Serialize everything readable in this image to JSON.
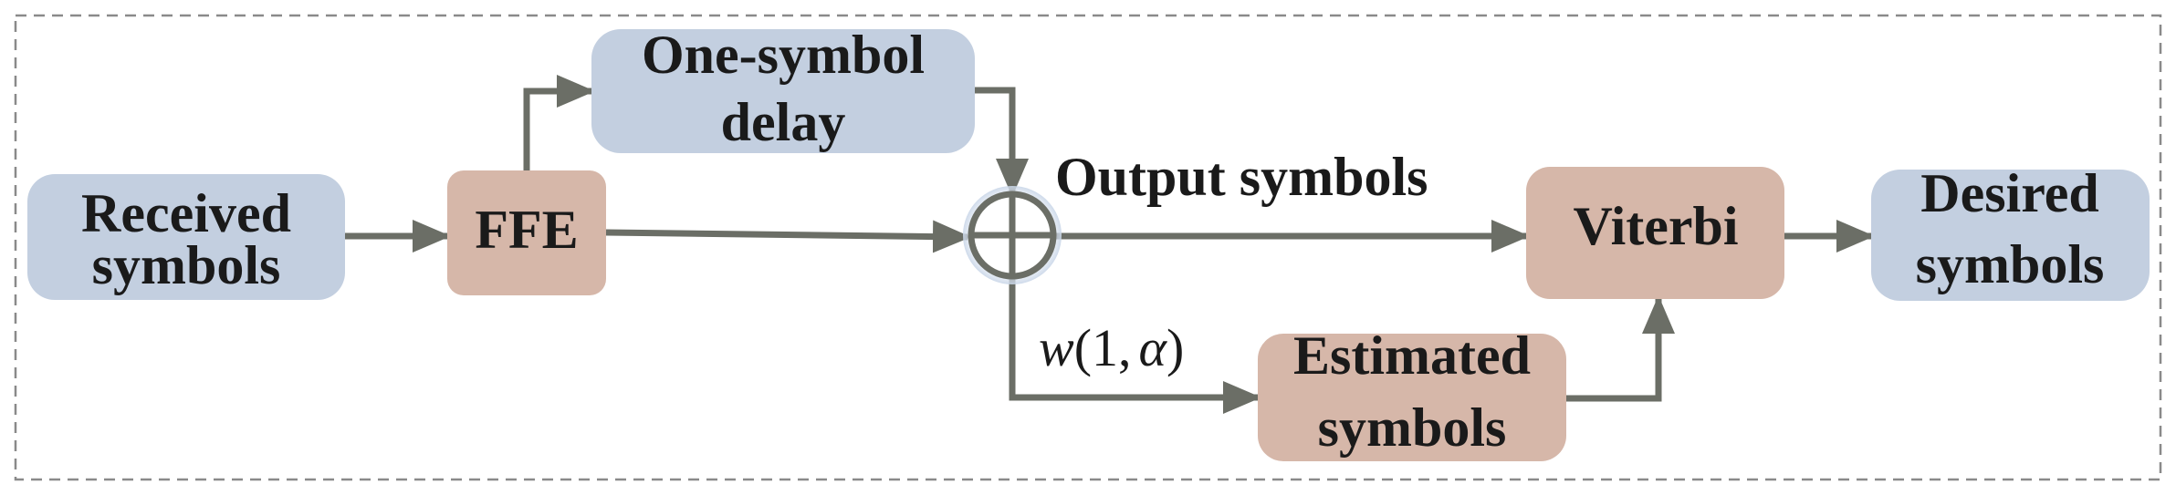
{
  "colors": {
    "input_node": "#c3cfe0",
    "process_node": "#d6b7a9",
    "line": "#6b6e66",
    "frame": "#8a8a8a",
    "text": "#1a1a1a"
  },
  "nodes": {
    "received": {
      "line1": "Received",
      "line2": "symbols"
    },
    "ffe": {
      "label": "FFE"
    },
    "delay": {
      "line1": "One-symbol",
      "line2": "delay"
    },
    "viterbi": {
      "label": "Viterbi"
    },
    "desired": {
      "line1": "Desired",
      "line2": "symbols"
    },
    "estimated": {
      "line1": "Estimated",
      "line2": "symbols"
    }
  },
  "edges": {
    "output_label": "Output symbols",
    "weight_label": {
      "fn": "w",
      "open": "(",
      "arg1": "1",
      "sep": ",",
      "arg2": "α",
      "close": ")"
    }
  },
  "summing_junction": {
    "symbol": "sum-junction"
  }
}
